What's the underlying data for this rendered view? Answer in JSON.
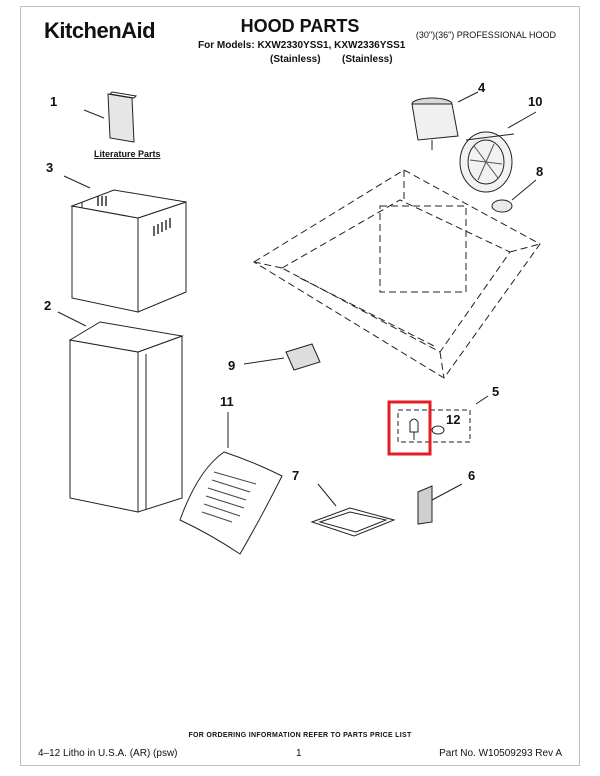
{
  "header": {
    "brand": "KitchenAid",
    "title": "HOOD PARTS",
    "models": "For Models: KXW2330YSS1, KXW2336YSS1",
    "variant_1": "(Stainless)",
    "variant_2": "(Stainless)",
    "hood_type": "(30\")(36\") PROFESSIONAL HOOD"
  },
  "callouts": {
    "c1": "1",
    "c2": "2",
    "c3": "3",
    "c4": "4",
    "c5": "5",
    "c6": "6",
    "c7": "7",
    "c8": "8",
    "c9": "9",
    "c10": "10",
    "c11": "11",
    "c12": "12"
  },
  "literature_label": "Literature Parts",
  "highlight": {
    "color": "#e31e24",
    "target": "12"
  },
  "footer": {
    "ordering_note": "FOR ORDERING INFORMATION REFER TO PARTS PRICE LIST",
    "litho": "4–12 Litho in U.S.A. (AR) (psw)",
    "page": "1",
    "part_no": "Part No. W10509293 Rev A"
  }
}
